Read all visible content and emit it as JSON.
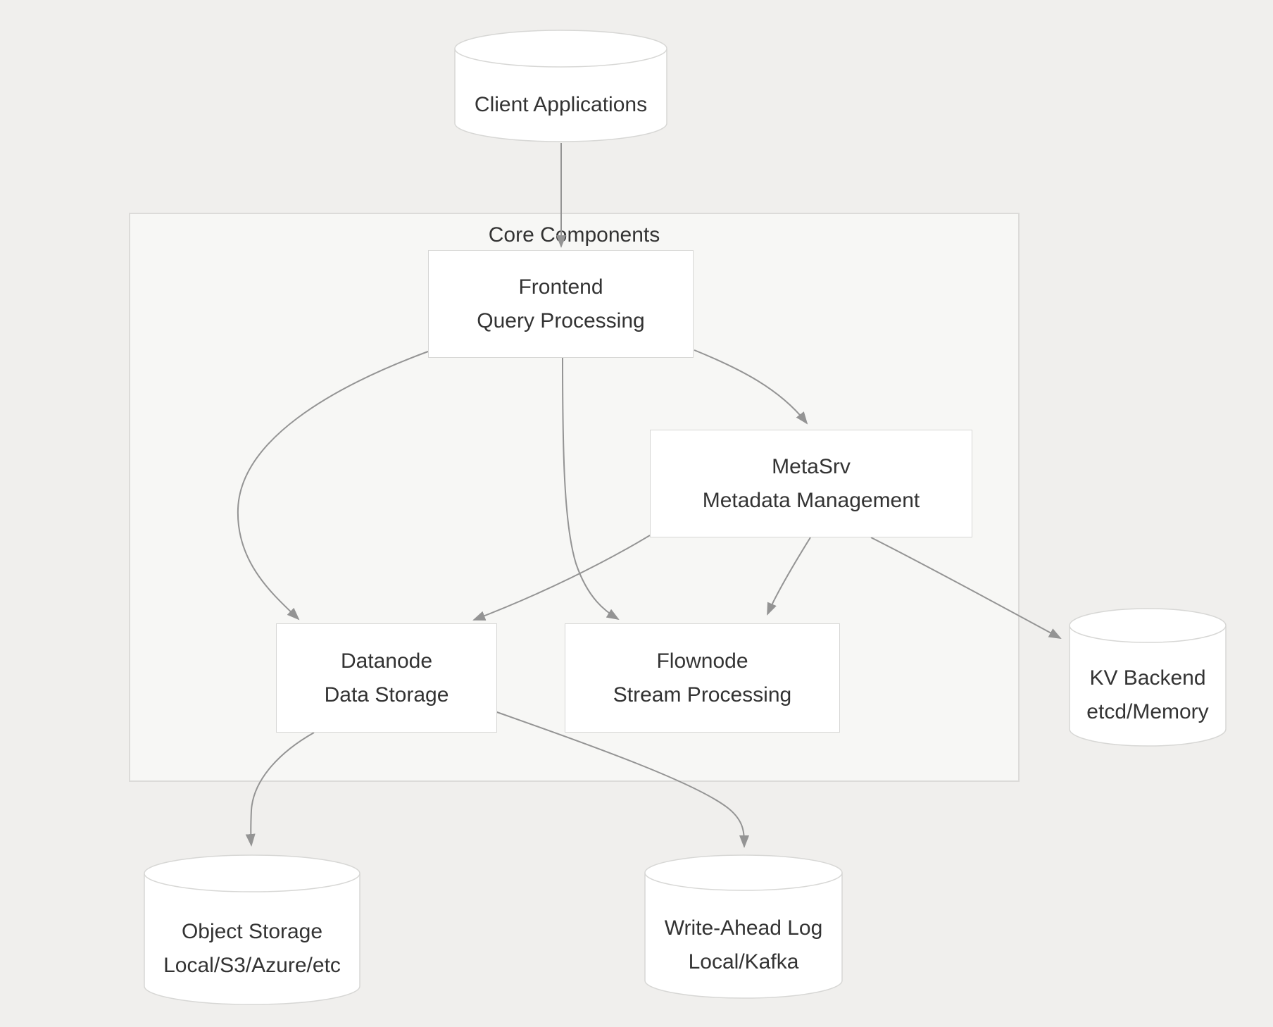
{
  "diagram": {
    "group_title": "Core Components"
  },
  "nodes": {
    "client": {
      "shape": "cylinder",
      "line1": "Client Applications"
    },
    "frontend": {
      "shape": "rect",
      "line1": "Frontend",
      "line2": "Query Processing"
    },
    "metasrv": {
      "shape": "rect",
      "line1": "MetaSrv",
      "line2": "Metadata Management"
    },
    "datanode": {
      "shape": "rect",
      "line1": "Datanode",
      "line2": "Data Storage"
    },
    "flownode": {
      "shape": "rect",
      "line1": "Flownode",
      "line2": "Stream Processing"
    },
    "kv_backend": {
      "shape": "cylinder",
      "line1": "KV Backend",
      "line2": "etcd/Memory"
    },
    "object_storage": {
      "shape": "cylinder",
      "line1": "Object Storage",
      "line2": "Local/S3/Azure/etc"
    },
    "write_ahead_log": {
      "shape": "cylinder",
      "line1": "Write-Ahead Log",
      "line2": "Local/Kafka"
    }
  },
  "edges": [
    {
      "from": "Client Applications",
      "to": "Frontend"
    },
    {
      "from": "Frontend",
      "to": "Datanode"
    },
    {
      "from": "Frontend",
      "to": "Flownode"
    },
    {
      "from": "Frontend",
      "to": "MetaSrv"
    },
    {
      "from": "MetaSrv",
      "to": "Datanode"
    },
    {
      "from": "MetaSrv",
      "to": "Flownode"
    },
    {
      "from": "MetaSrv",
      "to": "KV Backend"
    },
    {
      "from": "Datanode",
      "to": "Object Storage"
    },
    {
      "from": "Datanode",
      "to": "Write-Ahead Log"
    }
  ],
  "colors": {
    "background": "#f0efed",
    "group_fill": "#f7f7f5",
    "group_border": "#dcdbd9",
    "node_fill": "#ffffff",
    "node_border": "#d7d7d5",
    "edge": "#949494",
    "text": "#333333"
  }
}
